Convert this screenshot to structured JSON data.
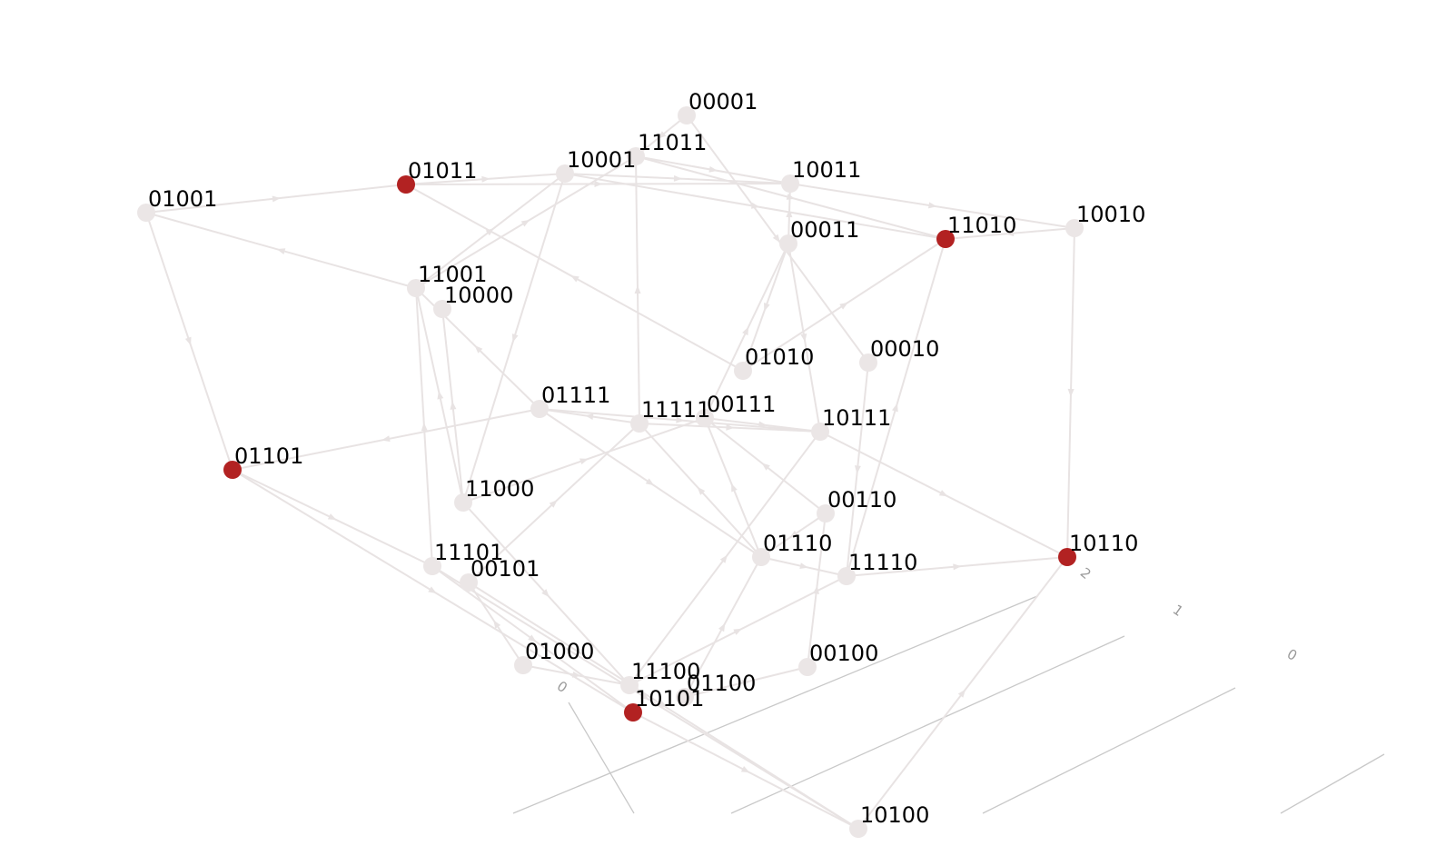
{
  "graph": {
    "node_color_default": "#ebe6e6",
    "node_color_highlight": "#b22222",
    "edge_color": "#e8e3e3",
    "axis_color": "#c8c8c8",
    "nodes": [
      {
        "id": "00001",
        "highlight": false
      },
      {
        "id": "11011",
        "highlight": false
      },
      {
        "id": "10001",
        "highlight": false
      },
      {
        "id": "01011",
        "highlight": true
      },
      {
        "id": "10011",
        "highlight": false
      },
      {
        "id": "01001",
        "highlight": false
      },
      {
        "id": "00011",
        "highlight": false
      },
      {
        "id": "11010",
        "highlight": true
      },
      {
        "id": "10010",
        "highlight": false
      },
      {
        "id": "11001",
        "highlight": false
      },
      {
        "id": "10000",
        "highlight": false
      },
      {
        "id": "01010",
        "highlight": false
      },
      {
        "id": "00010",
        "highlight": false
      },
      {
        "id": "01111",
        "highlight": false
      },
      {
        "id": "11111",
        "highlight": false
      },
      {
        "id": "00111",
        "highlight": false
      },
      {
        "id": "10111",
        "highlight": false
      },
      {
        "id": "01101",
        "highlight": true
      },
      {
        "id": "11000",
        "highlight": false
      },
      {
        "id": "00110",
        "highlight": false
      },
      {
        "id": "01110",
        "highlight": false
      },
      {
        "id": "11110",
        "highlight": false
      },
      {
        "id": "10110",
        "highlight": true
      },
      {
        "id": "11101",
        "highlight": false
      },
      {
        "id": "00101",
        "highlight": false
      },
      {
        "id": "01000",
        "highlight": false
      },
      {
        "id": "00100",
        "highlight": false
      },
      {
        "id": "11100",
        "highlight": false
      },
      {
        "id": "01100",
        "highlight": false
      },
      {
        "id": "10101",
        "highlight": true
      },
      {
        "id": "10100",
        "highlight": false
      }
    ],
    "edges": [
      [
        "01001",
        "01011"
      ],
      [
        "01011",
        "10001"
      ],
      [
        "01011",
        "10011"
      ],
      [
        "10001",
        "10011"
      ],
      [
        "10001",
        "11010"
      ],
      [
        "11011",
        "10011"
      ],
      [
        "11011",
        "11010"
      ],
      [
        "10011",
        "10010"
      ],
      [
        "10010",
        "11010"
      ],
      [
        "00001",
        "11011"
      ],
      [
        "00001",
        "00010"
      ],
      [
        "00011",
        "10011"
      ],
      [
        "00011",
        "01010"
      ],
      [
        "00011",
        "10111"
      ],
      [
        "11001",
        "01001"
      ],
      [
        "11001",
        "10001"
      ],
      [
        "11001",
        "11011"
      ],
      [
        "10001",
        "11000"
      ],
      [
        "01001",
        "01101"
      ],
      [
        "01010",
        "11010"
      ],
      [
        "01010",
        "01011"
      ],
      [
        "01111",
        "11001"
      ],
      [
        "11111",
        "11011"
      ],
      [
        "01111",
        "01101"
      ],
      [
        "01111",
        "10111"
      ],
      [
        "11111",
        "01111"
      ],
      [
        "00111",
        "10111"
      ],
      [
        "11111",
        "10111"
      ],
      [
        "00111",
        "00011"
      ],
      [
        "11101",
        "11001"
      ],
      [
        "11000",
        "10000"
      ],
      [
        "11000",
        "11001"
      ],
      [
        "00101",
        "11111"
      ],
      [
        "11000",
        "00111"
      ],
      [
        "10111",
        "10110"
      ],
      [
        "00110",
        "00111"
      ],
      [
        "00110",
        "01110"
      ],
      [
        "01111",
        "01110"
      ],
      [
        "01110",
        "11111"
      ],
      [
        "01110",
        "00111"
      ],
      [
        "01110",
        "11110"
      ],
      [
        "11110",
        "10110"
      ],
      [
        "11110",
        "11010"
      ],
      [
        "10010",
        "10110"
      ],
      [
        "01101",
        "11101"
      ],
      [
        "01101",
        "10101"
      ],
      [
        "11101",
        "10101"
      ],
      [
        "01000",
        "00101"
      ],
      [
        "01000",
        "11100"
      ],
      [
        "00100",
        "00110"
      ],
      [
        "11100",
        "11110"
      ],
      [
        "11100",
        "10111"
      ],
      [
        "01100",
        "00100"
      ],
      [
        "01100",
        "01110"
      ],
      [
        "10101",
        "10100"
      ],
      [
        "11101",
        "10100"
      ],
      [
        "10100",
        "10110"
      ],
      [
        "00101",
        "10100"
      ],
      [
        "00010",
        "11110"
      ],
      [
        "11000",
        "11100"
      ]
    ],
    "axis_ticks": [
      {
        "label": "0"
      },
      {
        "label": "2"
      },
      {
        "label": "1"
      },
      {
        "label": "0"
      }
    ]
  }
}
